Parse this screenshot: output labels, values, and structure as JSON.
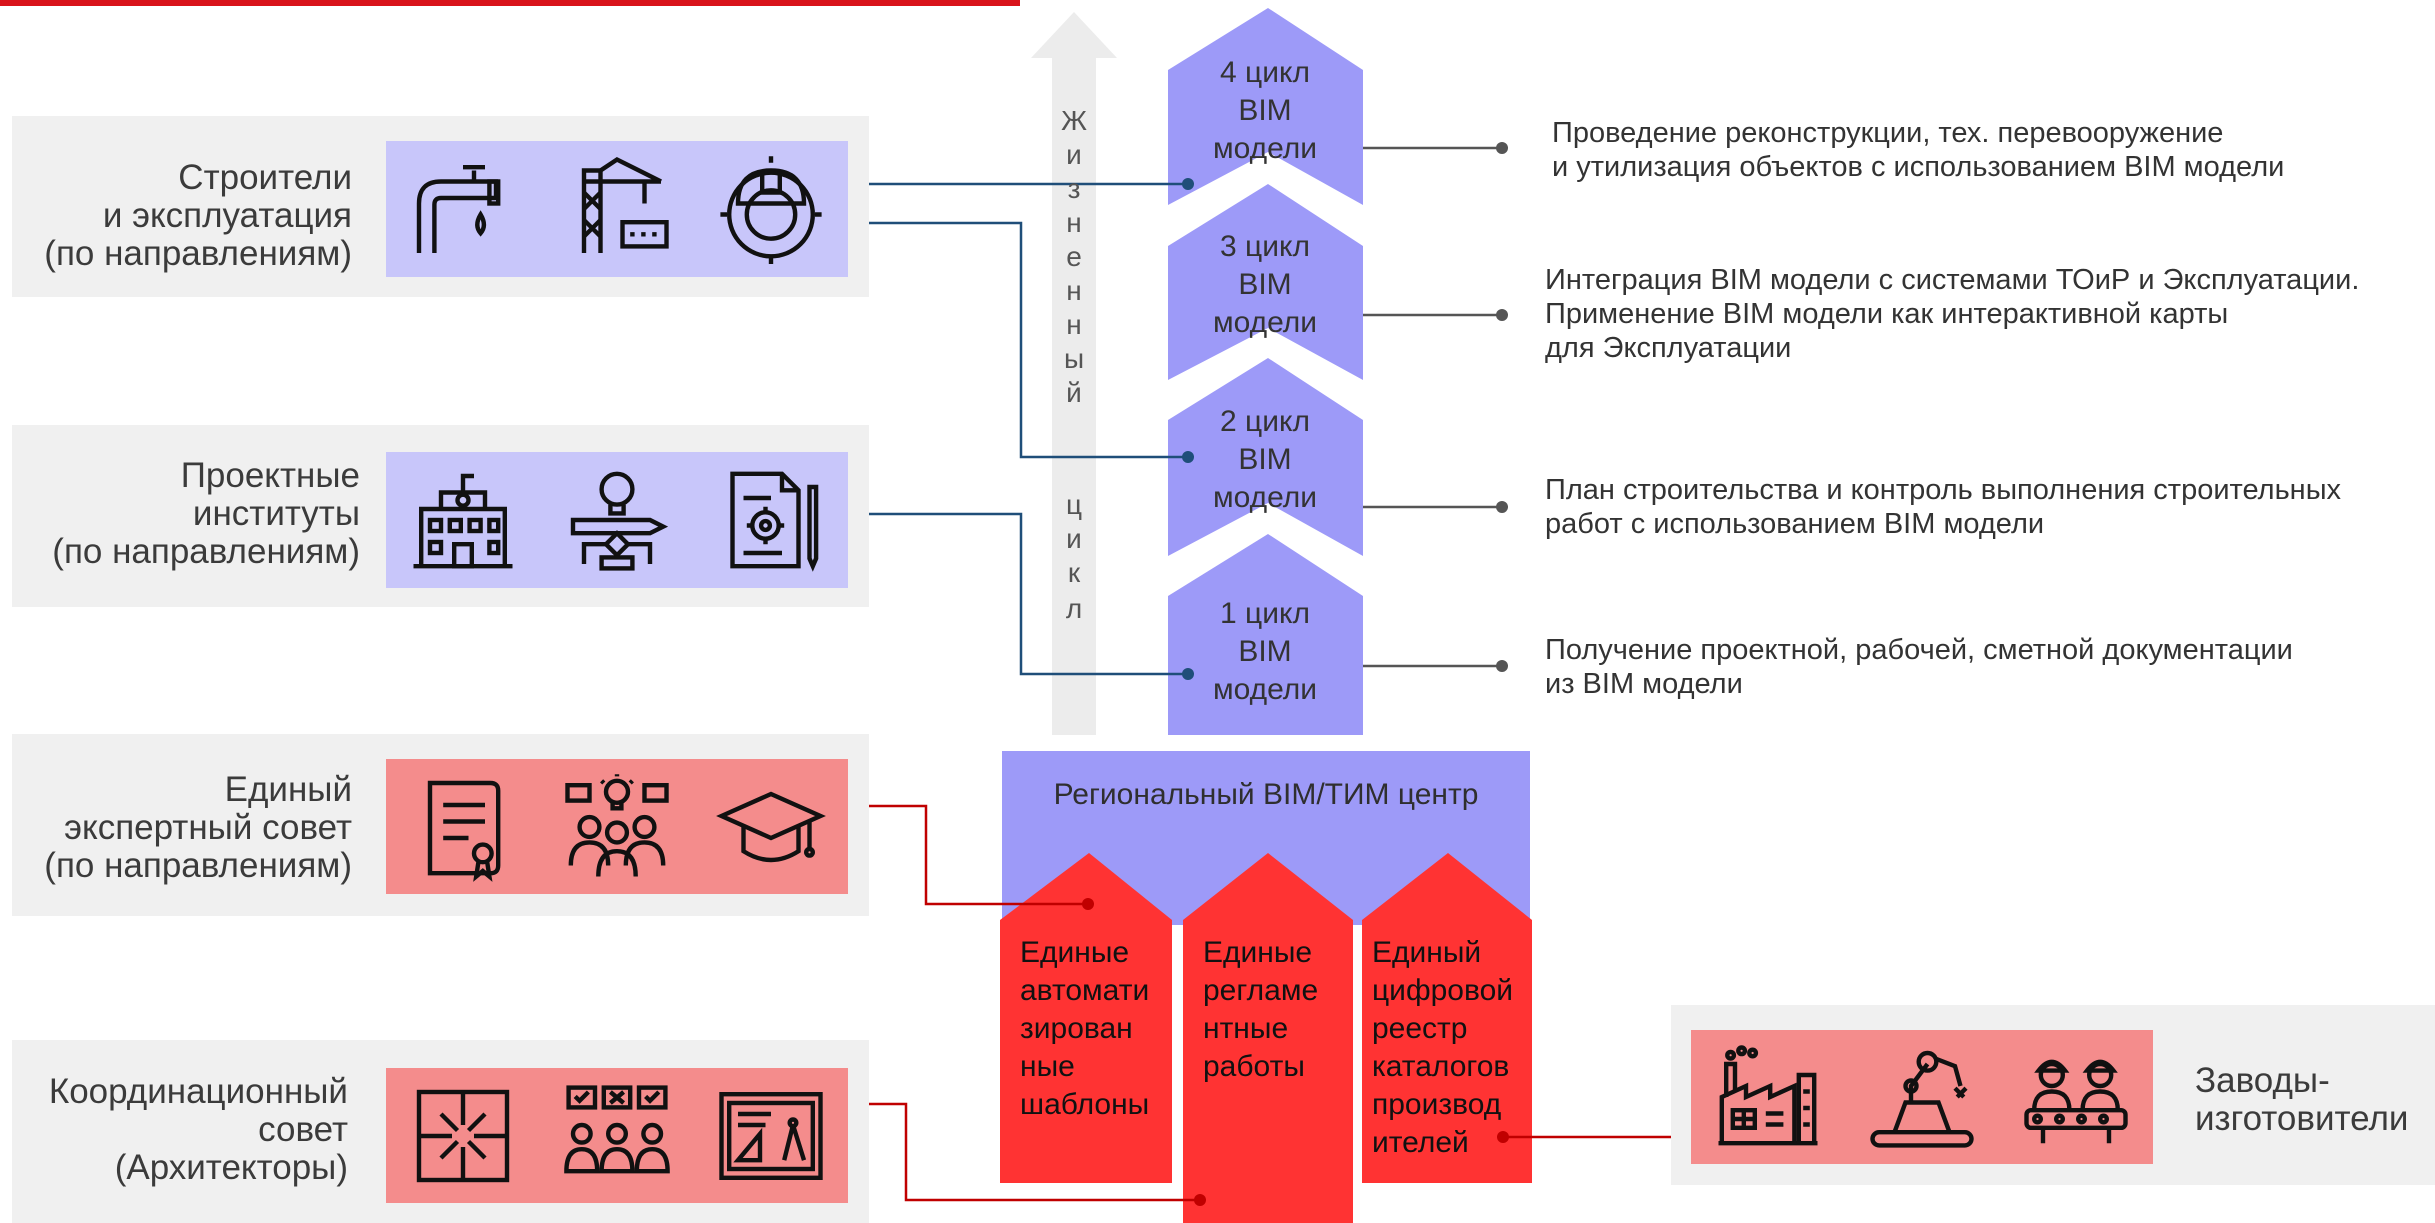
{
  "groups": [
    {
      "label": "Строители\nи эксплуатация\n(по направлениям)",
      "color": "purple",
      "icons": [
        "pipeline-icon",
        "crane-icon",
        "gear-helmet-icon"
      ]
    },
    {
      "label": "Проектные\nинституты\n(по направлениям)",
      "color": "purple",
      "icons": [
        "building-icon",
        "bulb-design-icon",
        "document-gear-icon"
      ]
    },
    {
      "label": "Единый\nэкспертный совет\n(по направлениям)",
      "color": "red",
      "icons": [
        "certificate-icon",
        "experts-idea-icon",
        "graduation-cap-icon"
      ]
    },
    {
      "label": "Координационный\nсовет\n(Архитекторы)",
      "color": "red",
      "icons": [
        "puzzle-icon",
        "team-chat-icon",
        "blueprint-icon"
      ]
    }
  ],
  "lifecycle": {
    "letters": [
      "Ж",
      "и",
      "з",
      "н",
      "е",
      "н",
      "н",
      "ы",
      "й",
      "",
      "ц",
      "и",
      "к",
      "л"
    ]
  },
  "cycles": [
    {
      "label": "4 цикл\nBIM\nмодели",
      "description": "Проведение реконструкции, тех. перевооружение\nи утилизация объектов с использованием BIM модели"
    },
    {
      "label": "3 цикл\nBIM\nмодели",
      "description": "Интеграция BIM модели с системами ТОиР и Эксплуатации.\nПрименение BIM модели как интерактивной карты\nдля Эксплуатации"
    },
    {
      "label": "2 цикл\nBIM\nмодели",
      "description": "План строительства и контроль выполнения строительных\nработ с использованием BIM модели"
    },
    {
      "label": "1 цикл\nBIM\nмодели",
      "description": "Получение проектной, рабочей, сметной документации\nиз BIM модели"
    }
  ],
  "center": {
    "title": "Региональный BIM/ТИМ центр"
  },
  "pillars": [
    {
      "label": "Единые\nавтомати\nзирован\nные\nшаблоны"
    },
    {
      "label": "Единые\nрегламе\nнтные\nработы"
    },
    {
      "label": "Единый\nцифровой\nреестр\nкаталогов\nпроизвод\nителей"
    }
  ],
  "factories": {
    "label": "Заводы-\nизготовители",
    "icons": [
      "factory-icon",
      "robot-arm-icon",
      "workers-icon"
    ]
  },
  "colors": {
    "purple": "#9d9af8",
    "purple_light": "#c8c6fa",
    "red": "#ff3333",
    "red_light": "#f48c8c",
    "panel": "#f0f0f0",
    "connector_blue": "#1f4e79",
    "connector_red": "#c00000"
  }
}
